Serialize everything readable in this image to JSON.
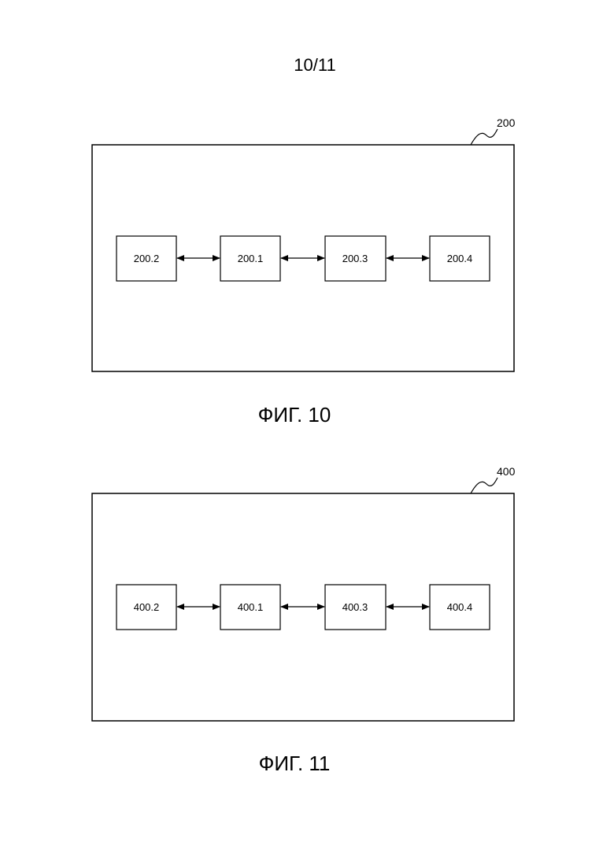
{
  "page": {
    "number": "10/11"
  },
  "figures": [
    {
      "caption": "ФИГ. 10",
      "reference": "200",
      "blocks": [
        "200.2",
        "200.1",
        "200.3",
        "200.4"
      ]
    },
    {
      "caption": "ФИГ. 11",
      "reference": "400",
      "blocks": [
        "400.2",
        "400.1",
        "400.3",
        "400.4"
      ]
    }
  ]
}
